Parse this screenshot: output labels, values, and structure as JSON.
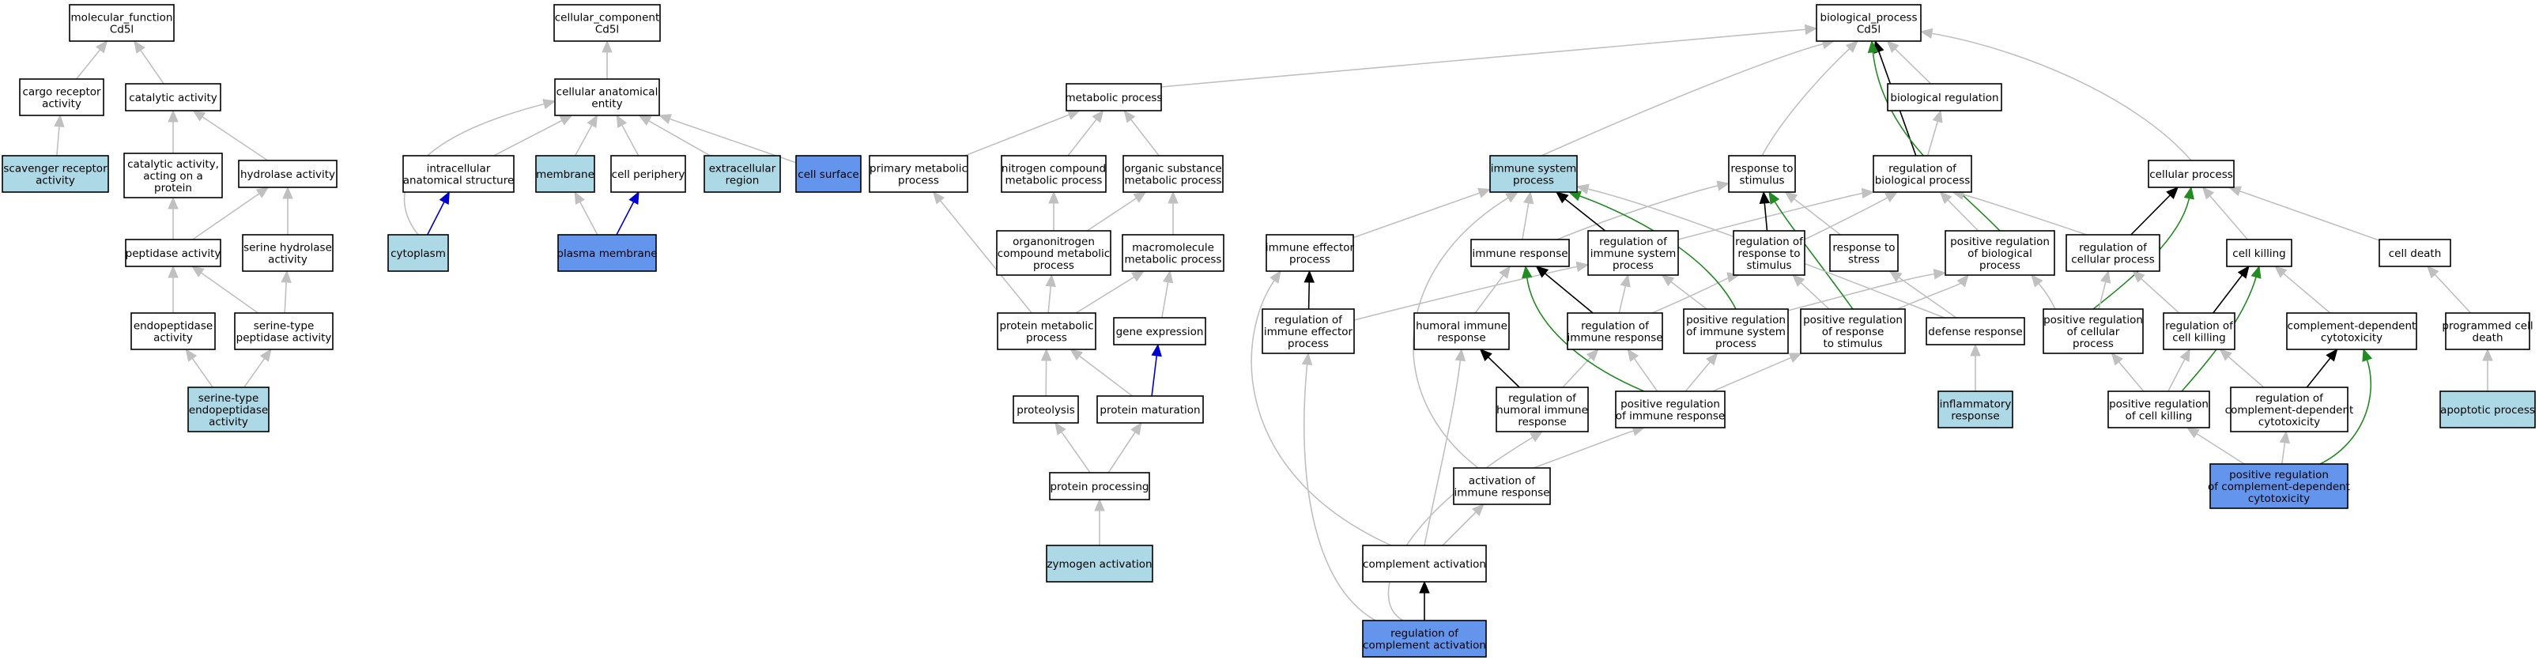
{
  "colors": {
    "default": "#ffffff",
    "light": "#add8e6",
    "query": "#6495ed",
    "is_a": "#c0c0c0",
    "part_of": "#000000",
    "positively_regulates": "#228b22",
    "has_part": "#0000cd"
  },
  "nodes": [
    {
      "id": "mf",
      "lines": [
        "molecular_function",
        "Cd5l"
      ],
      "fill": "default"
    },
    {
      "id": "cargo",
      "lines": [
        "cargo receptor",
        "activity"
      ],
      "fill": "default"
    },
    {
      "id": "catalytic",
      "lines": [
        "catalytic activity"
      ],
      "fill": "default"
    },
    {
      "id": "scav",
      "lines": [
        "scavenger receptor",
        "activity"
      ],
      "fill": "light"
    },
    {
      "id": "cat_prot",
      "lines": [
        "catalytic activity,",
        "acting on a",
        "protein"
      ],
      "fill": "default"
    },
    {
      "id": "hydrolase",
      "lines": [
        "hydrolase activity"
      ],
      "fill": "default"
    },
    {
      "id": "peptidase",
      "lines": [
        "peptidase activity"
      ],
      "fill": "default"
    },
    {
      "id": "ser_hyd",
      "lines": [
        "serine hydrolase",
        "activity"
      ],
      "fill": "default"
    },
    {
      "id": "endopep",
      "lines": [
        "endopeptidase",
        "activity"
      ],
      "fill": "default"
    },
    {
      "id": "ser_pep",
      "lines": [
        "serine-type",
        "peptidase activity"
      ],
      "fill": "default"
    },
    {
      "id": "ser_endo",
      "lines": [
        "serine-type",
        "endopeptidase",
        "activity"
      ],
      "fill": "light"
    },
    {
      "id": "cc",
      "lines": [
        "cellular_component",
        "Cd5l"
      ],
      "fill": "default"
    },
    {
      "id": "cae",
      "lines": [
        "cellular anatomical",
        "entity"
      ],
      "fill": "default"
    },
    {
      "id": "intra",
      "lines": [
        "intracellular",
        "anatomical structure"
      ],
      "fill": "default"
    },
    {
      "id": "membrane",
      "lines": [
        "membrane"
      ],
      "fill": "light"
    },
    {
      "id": "periph",
      "lines": [
        "cell periphery"
      ],
      "fill": "default"
    },
    {
      "id": "extra",
      "lines": [
        "extracellular",
        "region"
      ],
      "fill": "light"
    },
    {
      "id": "surface",
      "lines": [
        "cell surface"
      ],
      "fill": "query"
    },
    {
      "id": "cyto",
      "lines": [
        "cytoplasm"
      ],
      "fill": "light"
    },
    {
      "id": "plasma",
      "lines": [
        "plasma membrane"
      ],
      "fill": "query"
    },
    {
      "id": "metab",
      "lines": [
        "metabolic process"
      ],
      "fill": "default"
    },
    {
      "id": "prim",
      "lines": [
        "primary metabolic",
        "process"
      ],
      "fill": "default"
    },
    {
      "id": "nitro",
      "lines": [
        "nitrogen compound",
        "metabolic process"
      ],
      "fill": "default"
    },
    {
      "id": "org",
      "lines": [
        "organic substance",
        "metabolic process"
      ],
      "fill": "default"
    },
    {
      "id": "organo",
      "lines": [
        "organonitrogen",
        "compound metabolic",
        "process"
      ],
      "fill": "default"
    },
    {
      "id": "macro",
      "lines": [
        "macromolecule",
        "metabolic process"
      ],
      "fill": "default"
    },
    {
      "id": "protmet",
      "lines": [
        "protein metabolic",
        "process"
      ],
      "fill": "default"
    },
    {
      "id": "geneexp",
      "lines": [
        "gene expression"
      ],
      "fill": "default"
    },
    {
      "id": "proteo",
      "lines": [
        "proteolysis"
      ],
      "fill": "default"
    },
    {
      "id": "protmat",
      "lines": [
        "protein maturation"
      ],
      "fill": "default"
    },
    {
      "id": "protproc",
      "lines": [
        "protein processing"
      ],
      "fill": "default"
    },
    {
      "id": "zymo",
      "lines": [
        "zymogen activation"
      ],
      "fill": "light"
    },
    {
      "id": "bp",
      "lines": [
        "biological_process",
        "Cd5l"
      ],
      "fill": "default"
    },
    {
      "id": "bioreg",
      "lines": [
        "biological regulation"
      ],
      "fill": "default"
    },
    {
      "id": "iss",
      "lines": [
        "immune system",
        "process"
      ],
      "fill": "light"
    },
    {
      "id": "rstim",
      "lines": [
        "response to",
        "stimulus"
      ],
      "fill": "default"
    },
    {
      "id": "regbp",
      "lines": [
        "regulation of",
        "biological process"
      ],
      "fill": "default"
    },
    {
      "id": "cellproc",
      "lines": [
        "cellular process"
      ],
      "fill": "default"
    },
    {
      "id": "ieff",
      "lines": [
        "immune effector",
        "process"
      ],
      "fill": "default"
    },
    {
      "id": "iresp",
      "lines": [
        "immune response"
      ],
      "fill": "default"
    },
    {
      "id": "regiss",
      "lines": [
        "regulation of",
        "immune system",
        "process"
      ],
      "fill": "default"
    },
    {
      "id": "regrstim",
      "lines": [
        "regulation of",
        "response to",
        "stimulus"
      ],
      "fill": "default"
    },
    {
      "id": "rstress",
      "lines": [
        "response to",
        "stress"
      ],
      "fill": "default"
    },
    {
      "id": "posregbp",
      "lines": [
        "positive regulation",
        "of biological",
        "process"
      ],
      "fill": "default"
    },
    {
      "id": "regcp",
      "lines": [
        "regulation of",
        "cellular process"
      ],
      "fill": "default"
    },
    {
      "id": "ckill",
      "lines": [
        "cell killing"
      ],
      "fill": "default"
    },
    {
      "id": "cdeath",
      "lines": [
        "cell death"
      ],
      "fill": "default"
    },
    {
      "id": "regieff",
      "lines": [
        "regulation of",
        "immune effector",
        "process"
      ],
      "fill": "default"
    },
    {
      "id": "humoral",
      "lines": [
        "humoral immune",
        "response"
      ],
      "fill": "default"
    },
    {
      "id": "regiresp",
      "lines": [
        "regulation of",
        "immune response"
      ],
      "fill": "default"
    },
    {
      "id": "posregiss",
      "lines": [
        "positive regulation",
        "of immune system",
        "process"
      ],
      "fill": "default"
    },
    {
      "id": "posregrstim",
      "lines": [
        "positive regulation",
        "of response",
        "to stimulus"
      ],
      "fill": "default"
    },
    {
      "id": "defense",
      "lines": [
        "defense response"
      ],
      "fill": "default"
    },
    {
      "id": "posregcp",
      "lines": [
        "positive regulation",
        "of cellular",
        "process"
      ],
      "fill": "default"
    },
    {
      "id": "regckill",
      "lines": [
        "regulation of",
        "cell killing"
      ],
      "fill": "default"
    },
    {
      "id": "cdcyto",
      "lines": [
        "complement-dependent",
        "cytotoxicity"
      ],
      "fill": "default"
    },
    {
      "id": "pcd",
      "lines": [
        "programmed cell",
        "death"
      ],
      "fill": "default"
    },
    {
      "id": "reghum",
      "lines": [
        "regulation of",
        "humoral immune",
        "response"
      ],
      "fill": "default"
    },
    {
      "id": "posregiresp",
      "lines": [
        "positive regulation",
        "of immune response"
      ],
      "fill": "default"
    },
    {
      "id": "inflam",
      "lines": [
        "inflammatory",
        "response"
      ],
      "fill": "light"
    },
    {
      "id": "posregckill",
      "lines": [
        "positive regulation",
        "of cell killing"
      ],
      "fill": "default"
    },
    {
      "id": "regcdcyto",
      "lines": [
        "regulation of",
        "complement-dependent",
        "cytotoxicity"
      ],
      "fill": "default"
    },
    {
      "id": "apop",
      "lines": [
        "apoptotic process"
      ],
      "fill": "light"
    },
    {
      "id": "actiresp",
      "lines": [
        "activation of",
        "immune response"
      ],
      "fill": "default"
    },
    {
      "id": "posregcdcyto",
      "lines": [
        "positive regulation",
        "of complement-dependent",
        "cytotoxicity"
      ],
      "fill": "query"
    },
    {
      "id": "compact",
      "lines": [
        "complement activation"
      ],
      "fill": "default"
    },
    {
      "id": "regcompact",
      "lines": [
        "regulation of",
        "complement activation"
      ],
      "fill": "query"
    }
  ],
  "edges": [
    {
      "from": "cargo",
      "to": "mf",
      "rel": "is_a"
    },
    {
      "from": "catalytic",
      "to": "mf",
      "rel": "is_a"
    },
    {
      "from": "scav",
      "to": "cargo",
      "rel": "is_a"
    },
    {
      "from": "cat_prot",
      "to": "catalytic",
      "rel": "is_a"
    },
    {
      "from": "hydrolase",
      "to": "catalytic",
      "rel": "is_a"
    },
    {
      "from": "peptidase",
      "to": "cat_prot",
      "rel": "is_a"
    },
    {
      "from": "peptidase",
      "to": "hydrolase",
      "rel": "is_a"
    },
    {
      "from": "ser_hyd",
      "to": "hydrolase",
      "rel": "is_a"
    },
    {
      "from": "endopep",
      "to": "peptidase",
      "rel": "is_a"
    },
    {
      "from": "ser_pep",
      "to": "peptidase",
      "rel": "is_a"
    },
    {
      "from": "ser_pep",
      "to": "ser_hyd",
      "rel": "is_a"
    },
    {
      "from": "ser_endo",
      "to": "endopep",
      "rel": "is_a"
    },
    {
      "from": "ser_endo",
      "to": "ser_pep",
      "rel": "is_a"
    },
    {
      "from": "cae",
      "to": "cc",
      "rel": "is_a"
    },
    {
      "from": "intra",
      "to": "cae",
      "rel": "is_a"
    },
    {
      "from": "membrane",
      "to": "cae",
      "rel": "is_a"
    },
    {
      "from": "periph",
      "to": "cae",
      "rel": "is_a"
    },
    {
      "from": "extra",
      "to": "cae",
      "rel": "is_a"
    },
    {
      "from": "surface",
      "to": "cae",
      "rel": "is_a"
    },
    {
      "from": "cyto",
      "to": "cae",
      "rel": "is_a"
    },
    {
      "from": "cyto",
      "to": "intra",
      "rel": "has_part"
    },
    {
      "from": "plasma",
      "to": "membrane",
      "rel": "is_a"
    },
    {
      "from": "plasma",
      "to": "periph",
      "rel": "has_part"
    },
    {
      "from": "metab",
      "to": "bp",
      "rel": "is_a"
    },
    {
      "from": "prim",
      "to": "metab",
      "rel": "is_a"
    },
    {
      "from": "nitro",
      "to": "metab",
      "rel": "is_a"
    },
    {
      "from": "org",
      "to": "metab",
      "rel": "is_a"
    },
    {
      "from": "organo",
      "to": "nitro",
      "rel": "is_a"
    },
    {
      "from": "organo",
      "to": "org",
      "rel": "is_a"
    },
    {
      "from": "macro",
      "to": "org",
      "rel": "is_a"
    },
    {
      "from": "protmet",
      "to": "prim",
      "rel": "is_a"
    },
    {
      "from": "protmet",
      "to": "organo",
      "rel": "is_a"
    },
    {
      "from": "protmet",
      "to": "macro",
      "rel": "is_a"
    },
    {
      "from": "geneexp",
      "to": "macro",
      "rel": "is_a"
    },
    {
      "from": "proteo",
      "to": "protmet",
      "rel": "is_a"
    },
    {
      "from": "protmat",
      "to": "protmet",
      "rel": "is_a"
    },
    {
      "from": "protmat",
      "to": "geneexp",
      "rel": "has_part"
    },
    {
      "from": "protproc",
      "to": "proteo",
      "rel": "is_a"
    },
    {
      "from": "protproc",
      "to": "protmat",
      "rel": "is_a"
    },
    {
      "from": "zymo",
      "to": "protproc",
      "rel": "is_a"
    },
    {
      "from": "bioreg",
      "to": "bp",
      "rel": "is_a"
    },
    {
      "from": "iss",
      "to": "bp",
      "rel": "is_a"
    },
    {
      "from": "rstim",
      "to": "bp",
      "rel": "is_a"
    },
    {
      "from": "regbp",
      "to": "bp",
      "rel": "part_of"
    },
    {
      "from": "regbp",
      "to": "bioreg",
      "rel": "is_a"
    },
    {
      "from": "cellproc",
      "to": "bp",
      "rel": "is_a"
    },
    {
      "from": "posregbp",
      "to": "bp",
      "rel": "positively_regulates"
    },
    {
      "from": "posregbp",
      "to": "regbp",
      "rel": "is_a"
    },
    {
      "from": "ieff",
      "to": "iss",
      "rel": "is_a"
    },
    {
      "from": "iresp",
      "to": "iss",
      "rel": "is_a"
    },
    {
      "from": "iresp",
      "to": "rstim",
      "rel": "is_a"
    },
    {
      "from": "regiss",
      "to": "iss",
      "rel": "part_of"
    },
    {
      "from": "regiss",
      "to": "regbp",
      "rel": "is_a"
    },
    {
      "from": "regrstim",
      "to": "rstim",
      "rel": "part_of"
    },
    {
      "from": "regrstim",
      "to": "regbp",
      "rel": "is_a"
    },
    {
      "from": "rstress",
      "to": "rstim",
      "rel": "is_a"
    },
    {
      "from": "regcp",
      "to": "cellproc",
      "rel": "part_of"
    },
    {
      "from": "regcp",
      "to": "regbp",
      "rel": "is_a"
    },
    {
      "from": "ckill",
      "to": "cellproc",
      "rel": "is_a"
    },
    {
      "from": "cdeath",
      "to": "cellproc",
      "rel": "is_a"
    },
    {
      "from": "regieff",
      "to": "ieff",
      "rel": "part_of"
    },
    {
      "from": "regieff",
      "to": "regiss",
      "rel": "is_a"
    },
    {
      "from": "humoral",
      "to": "iresp",
      "rel": "is_a"
    },
    {
      "from": "regiresp",
      "to": "iresp",
      "rel": "part_of"
    },
    {
      "from": "regiresp",
      "to": "regiss",
      "rel": "is_a"
    },
    {
      "from": "regiresp",
      "to": "regrstim",
      "rel": "is_a"
    },
    {
      "from": "posregiss",
      "to": "iss",
      "rel": "positively_regulates"
    },
    {
      "from": "posregiss",
      "to": "regiss",
      "rel": "is_a"
    },
    {
      "from": "posregiss",
      "to": "posregbp",
      "rel": "is_a"
    },
    {
      "from": "posregrstim",
      "to": "rstim",
      "rel": "positively_regulates"
    },
    {
      "from": "posregrstim",
      "to": "regrstim",
      "rel": "is_a"
    },
    {
      "from": "posregrstim",
      "to": "posregbp",
      "rel": "is_a"
    },
    {
      "from": "defense",
      "to": "rstress",
      "rel": "is_a"
    },
    {
      "from": "defense",
      "to": "iss",
      "rel": "is_a"
    },
    {
      "from": "posregcp",
      "to": "cellproc",
      "rel": "positively_regulates"
    },
    {
      "from": "posregcp",
      "to": "regcp",
      "rel": "is_a"
    },
    {
      "from": "posregcp",
      "to": "posregbp",
      "rel": "is_a"
    },
    {
      "from": "regckill",
      "to": "ckill",
      "rel": "part_of"
    },
    {
      "from": "regckill",
      "to": "regcp",
      "rel": "is_a"
    },
    {
      "from": "cdcyto",
      "to": "ckill",
      "rel": "is_a"
    },
    {
      "from": "pcd",
      "to": "cdeath",
      "rel": "is_a"
    },
    {
      "from": "reghum",
      "to": "humoral",
      "rel": "part_of"
    },
    {
      "from": "reghum",
      "to": "regiresp",
      "rel": "is_a"
    },
    {
      "from": "posregiresp",
      "to": "iresp",
      "rel": "positively_regulates"
    },
    {
      "from": "posregiresp",
      "to": "regiresp",
      "rel": "is_a"
    },
    {
      "from": "posregiresp",
      "to": "posregiss",
      "rel": "is_a"
    },
    {
      "from": "posregiresp",
      "to": "posregrstim",
      "rel": "is_a"
    },
    {
      "from": "inflam",
      "to": "defense",
      "rel": "is_a"
    },
    {
      "from": "posregckill",
      "to": "ckill",
      "rel": "positively_regulates"
    },
    {
      "from": "posregckill",
      "to": "regckill",
      "rel": "is_a"
    },
    {
      "from": "posregckill",
      "to": "posregcp",
      "rel": "is_a"
    },
    {
      "from": "regcdcyto",
      "to": "cdcyto",
      "rel": "part_of"
    },
    {
      "from": "regcdcyto",
      "to": "regckill",
      "rel": "is_a"
    },
    {
      "from": "apop",
      "to": "pcd",
      "rel": "is_a"
    },
    {
      "from": "actiresp",
      "to": "iss",
      "rel": "is_a"
    },
    {
      "from": "actiresp",
      "to": "posregiresp",
      "rel": "is_a"
    },
    {
      "from": "posregcdcyto",
      "to": "cdcyto",
      "rel": "positively_regulates"
    },
    {
      "from": "posregcdcyto",
      "to": "regcdcyto",
      "rel": "is_a"
    },
    {
      "from": "posregcdcyto",
      "to": "posregckill",
      "rel": "is_a"
    },
    {
      "from": "compact",
      "to": "actiresp",
      "rel": "is_a"
    },
    {
      "from": "compact",
      "to": "humoral",
      "rel": "is_a"
    },
    {
      "from": "compact",
      "to": "ieff",
      "rel": "is_a"
    },
    {
      "from": "regcompact",
      "to": "compact",
      "rel": "part_of"
    },
    {
      "from": "regcompact",
      "to": "regieff",
      "rel": "is_a"
    },
    {
      "from": "regcompact",
      "to": "reghum",
      "rel": "is_a"
    }
  ]
}
